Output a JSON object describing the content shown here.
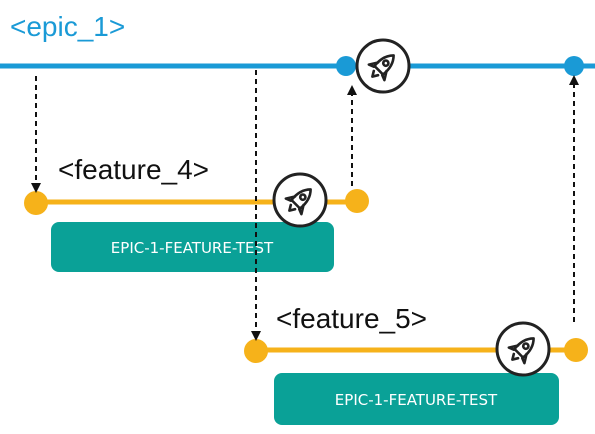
{
  "epic": {
    "label": "<epic_1>",
    "color": "#1a9ad6"
  },
  "features": [
    {
      "label": "<feature_4>",
      "tag": "EPIC-1-FEATURE-TEST",
      "color": "#f6b21a"
    },
    {
      "label": "<feature_5>",
      "tag": "EPIC-1-FEATURE-TEST",
      "color": "#f6b21a"
    }
  ],
  "tag_color": "#0aa197",
  "icons": {
    "deploy": "rocket-icon"
  }
}
